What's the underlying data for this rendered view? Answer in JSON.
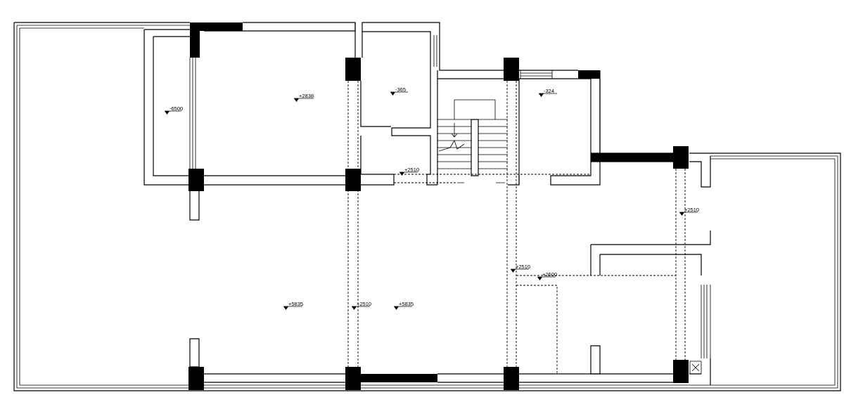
{
  "plan": {
    "levels": [
      {
        "id": "lv1",
        "text": "-6500"
      },
      {
        "id": "lv2",
        "text": "+2838"
      },
      {
        "id": "lv3",
        "text": "-365"
      },
      {
        "id": "lv4",
        "text": "-324"
      },
      {
        "id": "lv5",
        "text": "+2510"
      },
      {
        "id": "lv6",
        "text": "+2510"
      },
      {
        "id": "lv7",
        "text": "+2510"
      },
      {
        "id": "lv8",
        "text": "+2600"
      },
      {
        "id": "lv9",
        "text": "+5835"
      },
      {
        "id": "lv10",
        "text": "+2510"
      },
      {
        "id": "lv11",
        "text": "+5835"
      }
    ]
  }
}
